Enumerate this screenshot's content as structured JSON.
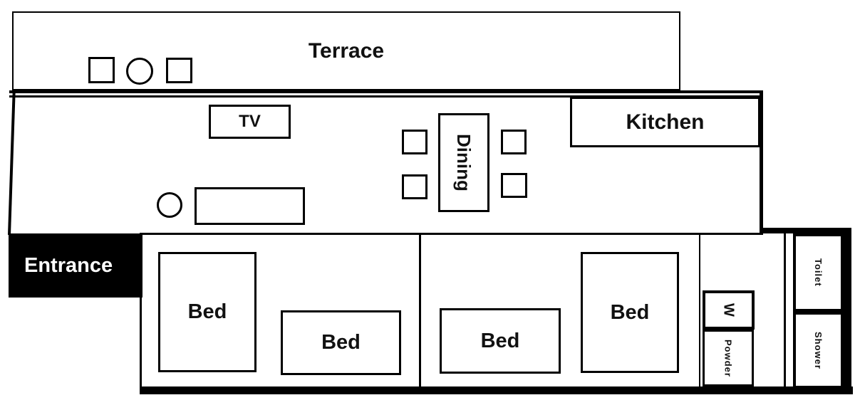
{
  "rooms": {
    "terrace": "Terrace",
    "kitchen": "Kitchen",
    "entrance": "Entrance",
    "dining": "Dining",
    "tv": "TV",
    "washer": "W",
    "powder": "Powder",
    "toilet": "Toilet",
    "shower": "Shower"
  },
  "beds": [
    "Bed",
    "Bed",
    "Bed",
    "Bed"
  ],
  "colors": {
    "wall": "#000000",
    "background": "#ffffff",
    "text": "#1a1a1a",
    "entrance_bg": "#000000",
    "entrance_text": "#ffffff"
  }
}
